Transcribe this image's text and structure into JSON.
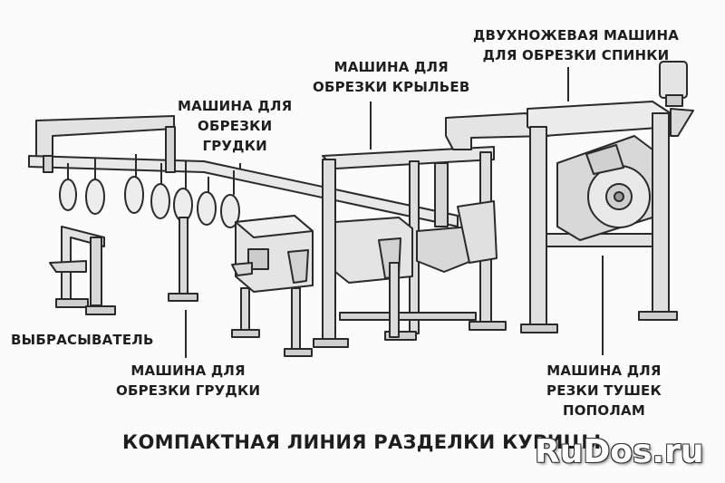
{
  "labels": {
    "breast_top": [
      "МАШИНА ДЛЯ",
      "ОБРЕЗКИ",
      "ГРУДКИ"
    ],
    "wings": [
      "МАШИНА ДЛЯ",
      "ОБРЕЗКИ КРЫЛЬЕВ"
    ],
    "back": [
      "ДВУХНОЖЕВАЯ МАШИНА",
      "ДЛЯ ОБРЕЗКИ СПИНКИ"
    ],
    "ejector": [
      "ВЫБРАСЫВАТЕЛЬ"
    ],
    "breast_bottom": [
      "МАШИНА ДЛЯ",
      "ОБРЕЗКИ ГРУДКИ"
    ],
    "halves": [
      "МАШИНА ДЛЯ",
      "РЕЗКИ ТУШЕК",
      "ПОПОЛАМ"
    ]
  },
  "title": "КОМПАКТНАЯ ЛИНИЯ РАЗДЕЛКИ КУРИЦЫ",
  "watermark": "RuDos.ru",
  "colors": {
    "outline": "#2a2a2a",
    "metal": "#e2e2e2",
    "metal_dark": "#c4c4c4",
    "text": "#1e1e1e"
  }
}
